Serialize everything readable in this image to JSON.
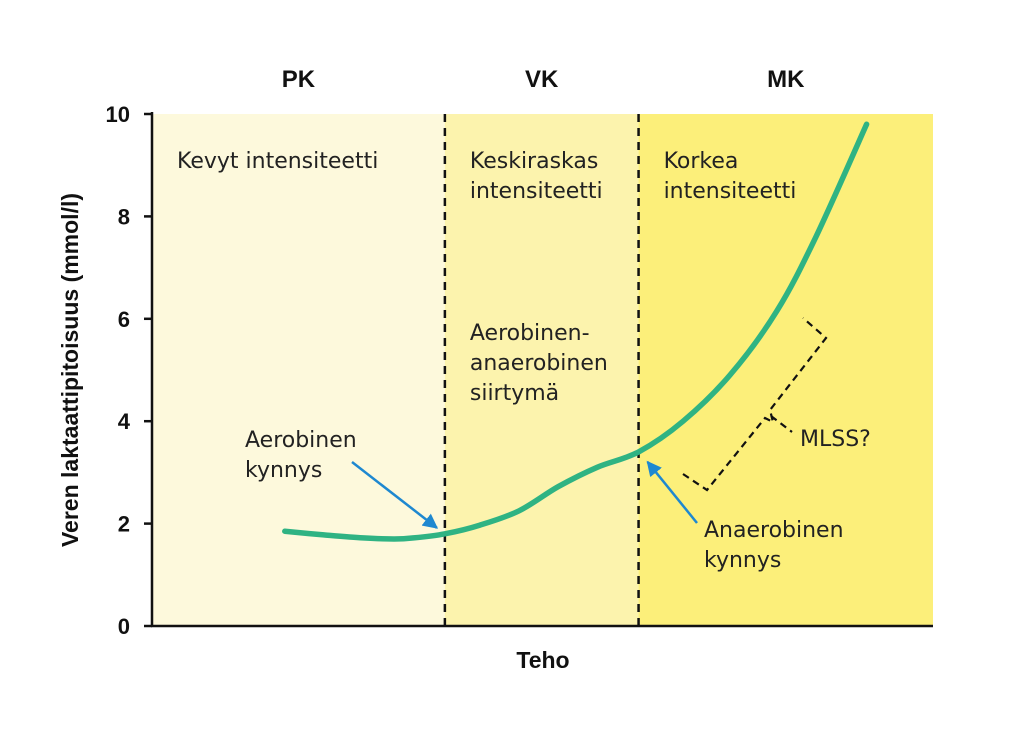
{
  "chart_data": {
    "type": "line",
    "xlabel": "Teho",
    "ylabel": "Veren laktaattipitoisuus (mmol/l)",
    "ylim": [
      0,
      10
    ],
    "xlim": [
      0,
      100
    ],
    "yticks": [
      "0",
      "2",
      "4",
      "6",
      "8",
      "10"
    ],
    "grid": false,
    "zones": [
      {
        "id": "pk",
        "name": "PK",
        "from": 0,
        "to": 37.5,
        "color": "#fdf9dc",
        "lines": [
          "Kevyt intensiteetti"
        ],
        "lines2": []
      },
      {
        "id": "vk",
        "name": "VK",
        "from": 37.5,
        "to": 62.3,
        "color": "#fcf3ad",
        "lines": [
          "Keskiraskas",
          "intensiteetti"
        ],
        "lines2": [
          "Aerobinen-",
          "anaerobinen",
          "siirtymä"
        ]
      },
      {
        "id": "mk",
        "name": "MK",
        "from": 62.3,
        "to": 100,
        "color": "#fcef7a",
        "lines": [
          "Korkea",
          "intensiteetti"
        ],
        "lines2": []
      }
    ],
    "series": [
      {
        "color": "#2fb383",
        "x": [
          17,
          22,
          27,
          31,
          33.5,
          37.5,
          42,
          47,
          52,
          57,
          62.3,
          68,
          74,
          80,
          85,
          91.5
        ],
        "y": [
          1.85,
          1.78,
          1.72,
          1.7,
          1.72,
          1.8,
          1.97,
          2.25,
          2.72,
          3.1,
          3.4,
          4.0,
          4.9,
          6.15,
          7.6,
          9.8
        ]
      }
    ],
    "annotations": [
      {
        "id": "aerobic-threshold",
        "lines": [
          "Aerobinen",
          "kynnys"
        ],
        "arrow_color": "#1e88d0",
        "target": [
          37.5,
          1.8
        ]
      },
      {
        "id": "anaerobic-threshold",
        "lines": [
          "Anaerobinen",
          "kynnys"
        ],
        "arrow_color": "#1e88d0",
        "target": [
          62.3,
          3.4
        ]
      },
      {
        "id": "mlss",
        "lines": [
          "MLSS?"
        ]
      }
    ]
  }
}
